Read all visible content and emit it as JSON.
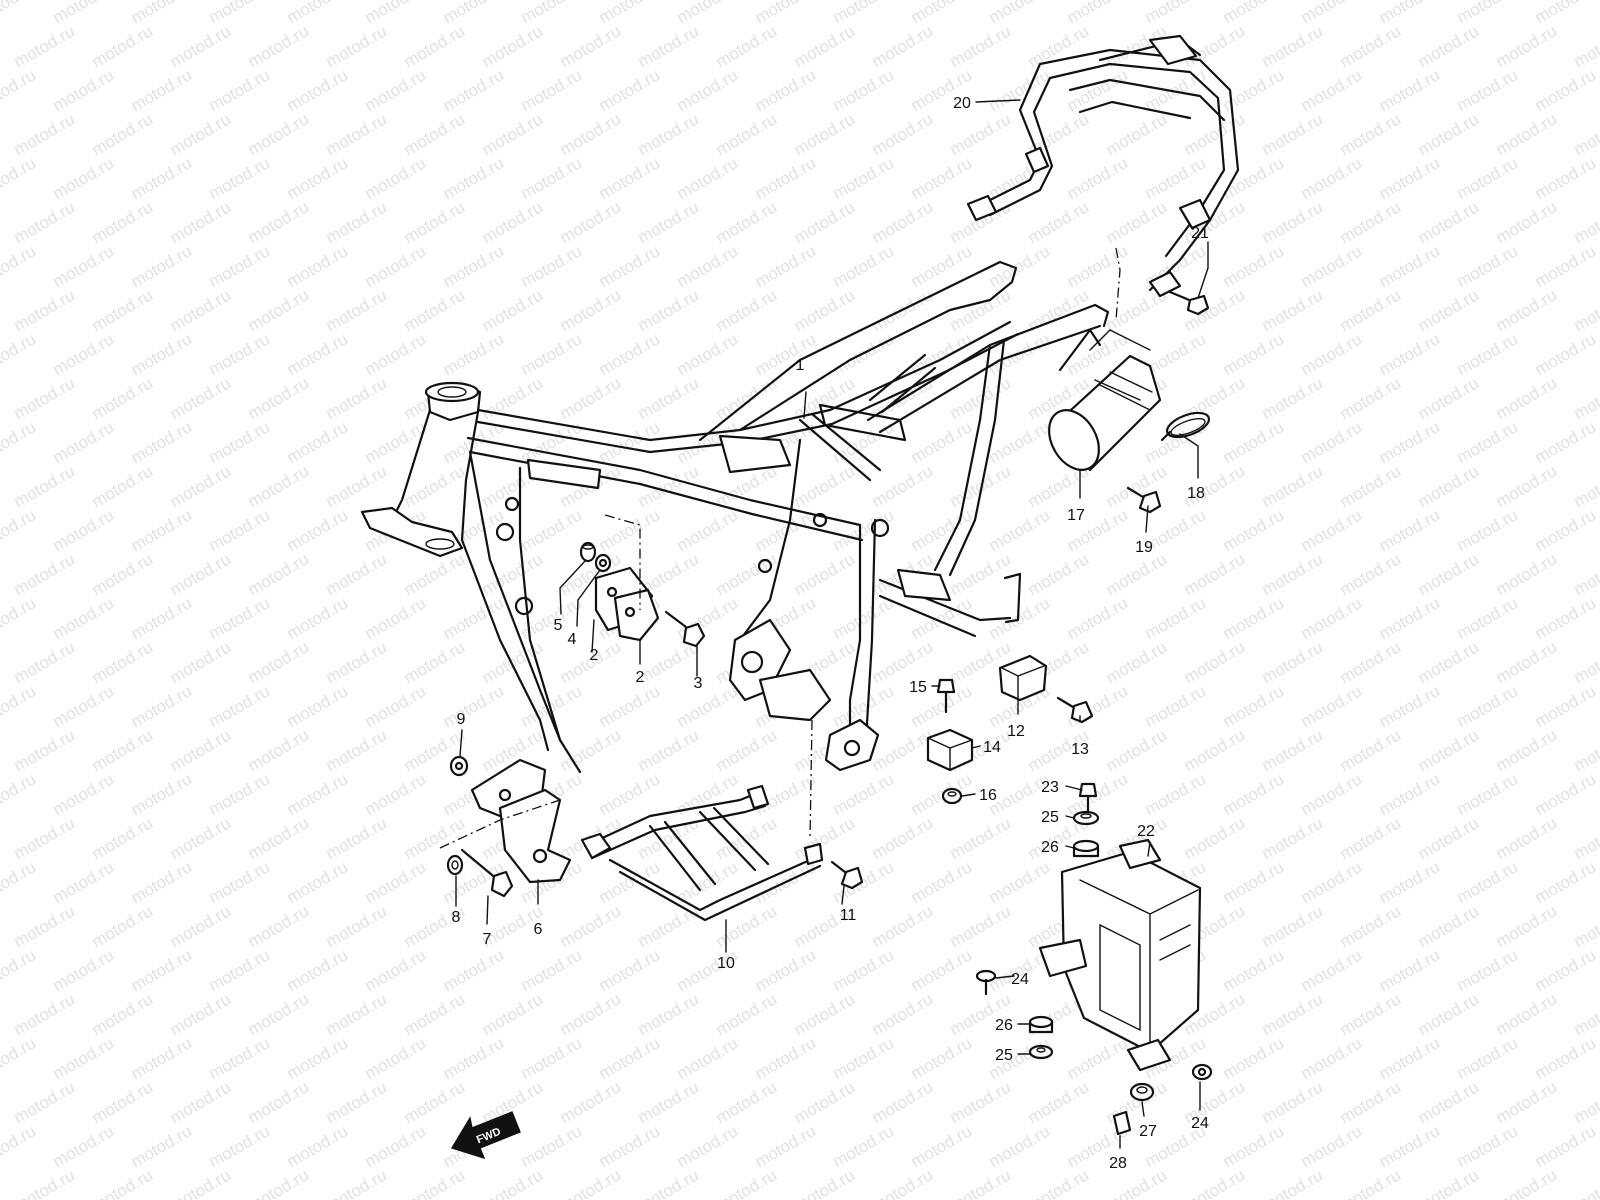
{
  "watermark": "motod.ru",
  "fwd_label": "FWD",
  "part_labels": [
    "1",
    "2",
    "2",
    "3",
    "4",
    "5",
    "6",
    "7",
    "8",
    "9",
    "10",
    "11",
    "12",
    "13",
    "14",
    "15",
    "16",
    "17",
    "18",
    "19",
    "20",
    "21",
    "22",
    "23",
    "24",
    "24",
    "25",
    "25",
    "26",
    "26",
    "27",
    "28"
  ]
}
